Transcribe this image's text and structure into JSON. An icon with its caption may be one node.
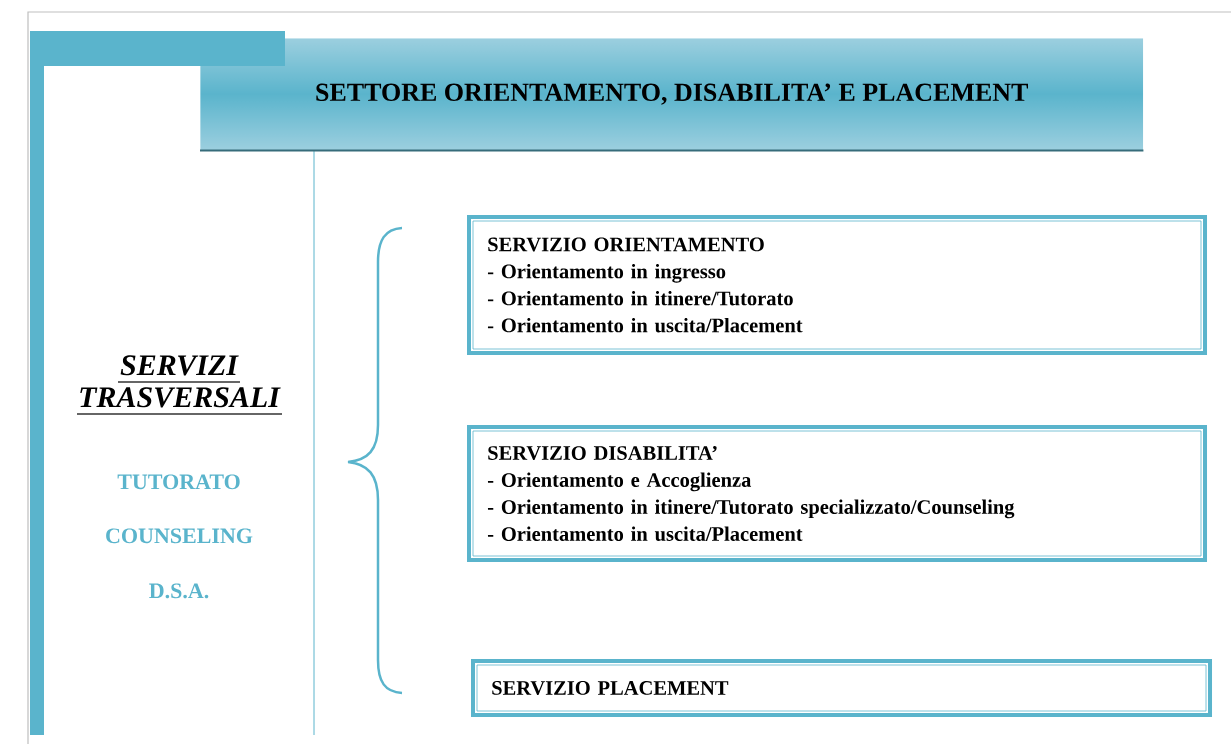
{
  "diagram": {
    "nodes": [
      {
        "text": [
          "SETTORE ORIENTAMENTO, DISABILITA’ E PLACEMENT"
        ]
      },
      {
        "text": [
          "SERVIZI TRASVERSALI",
          "TUTORATO",
          "COUNSELING",
          "D.S.A."
        ]
      },
      {
        "text": [
          "SERVIZIO ORIENTAMENTO",
          "- Orientamento in ingresso",
          "- Orientamento in itinere/Tutorato",
          "- Orientamento in uscita/Placement"
        ]
      },
      {
        "text": [
          "SERVIZIO DISABILITA’",
          "- Orientamento e Accoglienza",
          "- Orientamento in itinere/Tutorato specializzato/Counseling",
          "- Orientamento in uscita/Placement"
        ]
      },
      {
        "text": [
          "SERVIZIO PLACEMENT"
        ]
      }
    ]
  }
}
